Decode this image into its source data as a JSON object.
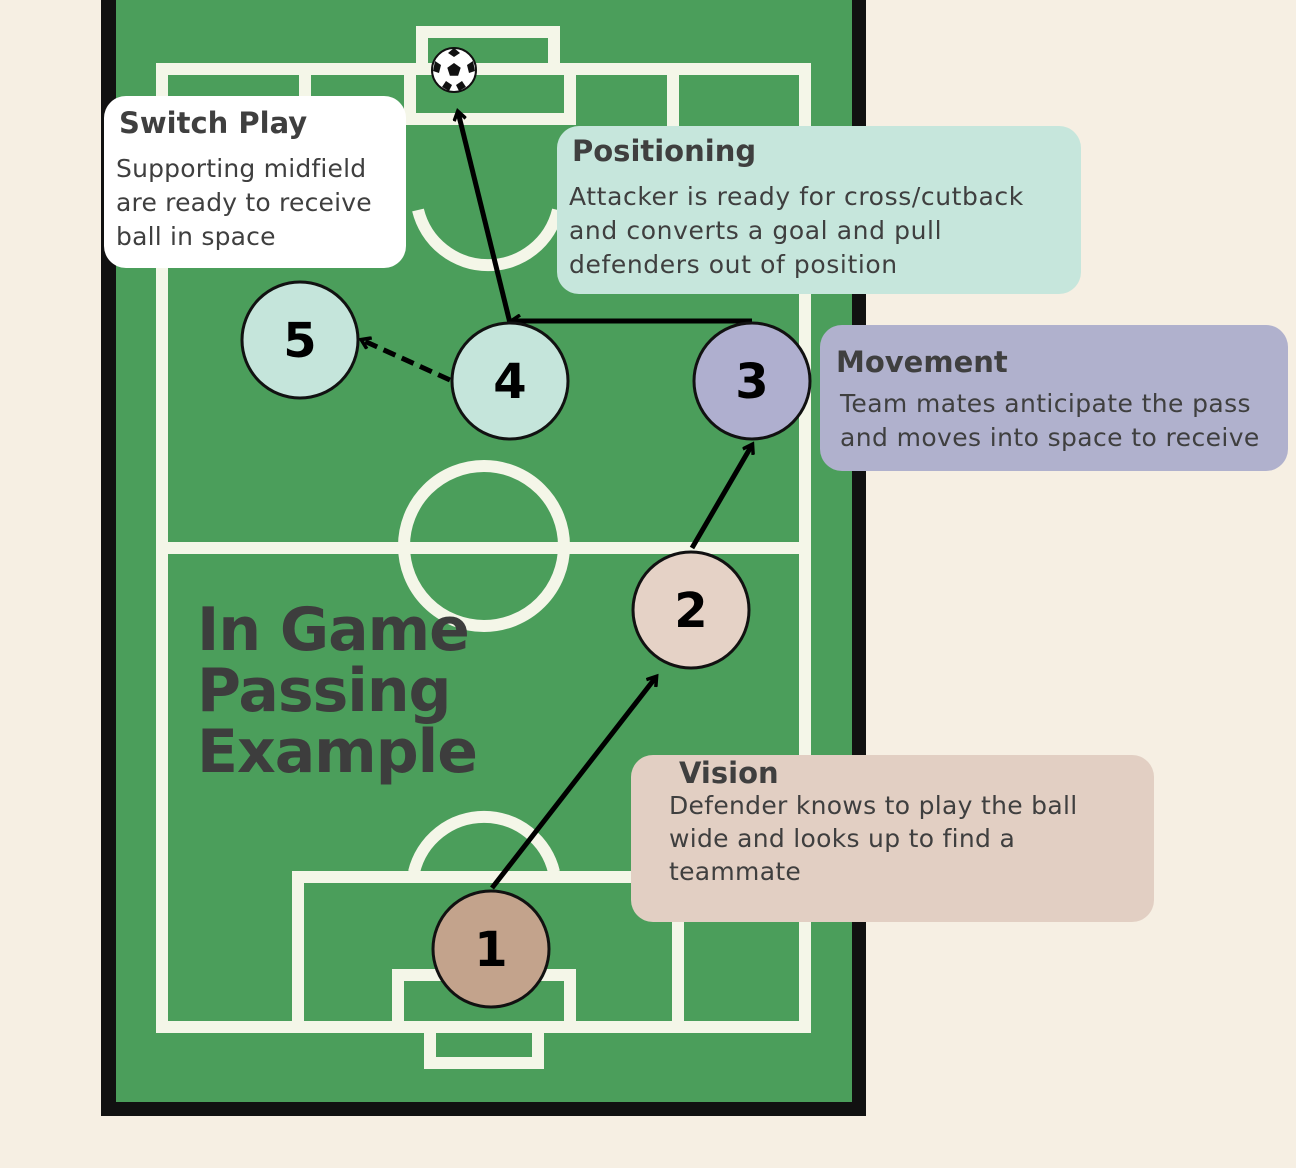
{
  "title_lines": [
    "In Game",
    "Passing",
    "Example"
  ],
  "cards": {
    "switch_play": {
      "title": "Switch Play",
      "body": "Supporting midfield are ready to receive ball in space"
    },
    "positioning": {
      "title": "Positioning",
      "body": "Attacker is ready for cross/cutback and converts a goal and pull defenders out of position"
    },
    "movement": {
      "title": "Movement",
      "body": "Team mates anticipate the pass and moves into space to receive"
    },
    "vision": {
      "title": "Vision",
      "body": "Defender knows to play the ball wide and looks up to find a teammate"
    }
  },
  "players": [
    {
      "number": "1",
      "color": "#c3a38c"
    },
    {
      "number": "2",
      "color": "#e5d2c6"
    },
    {
      "number": "3",
      "color": "#afafcf"
    },
    {
      "number": "4",
      "color": "#c5e5db"
    },
    {
      "number": "5",
      "color": "#c5e5db"
    }
  ],
  "colors": {
    "pitch": "#4b9e5b",
    "lines": "#f4f6e8",
    "border": "#111111",
    "background": "#f6efe3"
  },
  "icons": {
    "ball": "soccer-ball-icon"
  }
}
